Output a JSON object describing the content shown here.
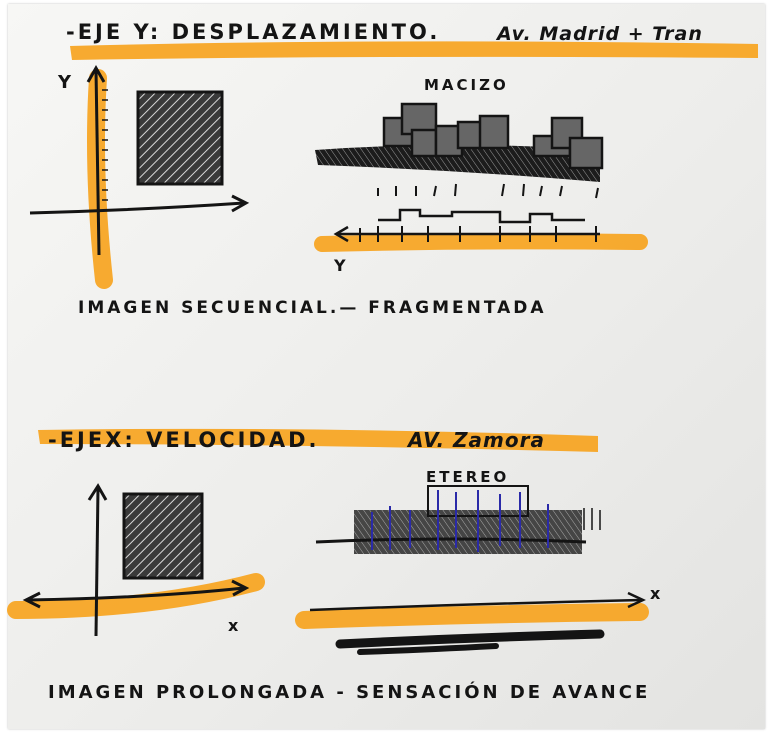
{
  "top": {
    "heading_axis": "-EJE Y: DESPLAZAMIENTO.",
    "heading_street": "Av. Madrid + Tran",
    "axis_label": "Y",
    "mass_label": "MACIZO",
    "axis_label_small": "Y",
    "caption": "IMAGEN SECUENCIAL.— FRAGMENTADA"
  },
  "bottom": {
    "heading_axis": "-EJEX: VELOCIDAD.",
    "heading_street": "AV. Zamora",
    "mass_label": "ETEREO",
    "axis_label_x1": "x",
    "axis_label_x2": "x",
    "caption": "IMAGEN PROLONGADA - SENSACIÓN DE AVANCE"
  },
  "colors": {
    "highlighter": "#f7a21b",
    "ink": "#141414",
    "blue_ink": "#2a2aa8",
    "paper": "#efefed"
  }
}
